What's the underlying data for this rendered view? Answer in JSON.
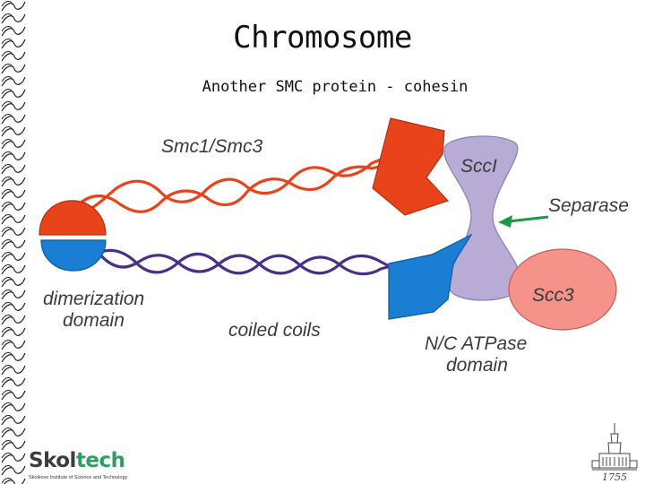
{
  "slide": {
    "title": "Chromosome",
    "subtitle": "Another SMC protein - cohesin"
  },
  "diagram": {
    "labels": {
      "smc": "Smc1/Smc3",
      "scc1": "SccI",
      "separase": "Separase",
      "scc3": "Scc3",
      "dimerization_line1": "dimerization",
      "dimerization_line2": "domain",
      "coiled_coils": "coiled coils",
      "atpase_line1": "N/C ATPase",
      "atpase_line2": "domain"
    },
    "colors": {
      "orange_strand": "#e8431a",
      "purple_strand": "#4a2f86",
      "blue_domain": "#1a7fd4",
      "scc1_fill": "#b8acd6",
      "scc3_fill": "#f5928a",
      "arrow": "#1a9a45"
    }
  },
  "footer": {
    "logo_part1": "Skol",
    "logo_part2": "tech",
    "logo_sub": "Skolkovo Institute of Science and Technology",
    "seal_year": "1755"
  }
}
